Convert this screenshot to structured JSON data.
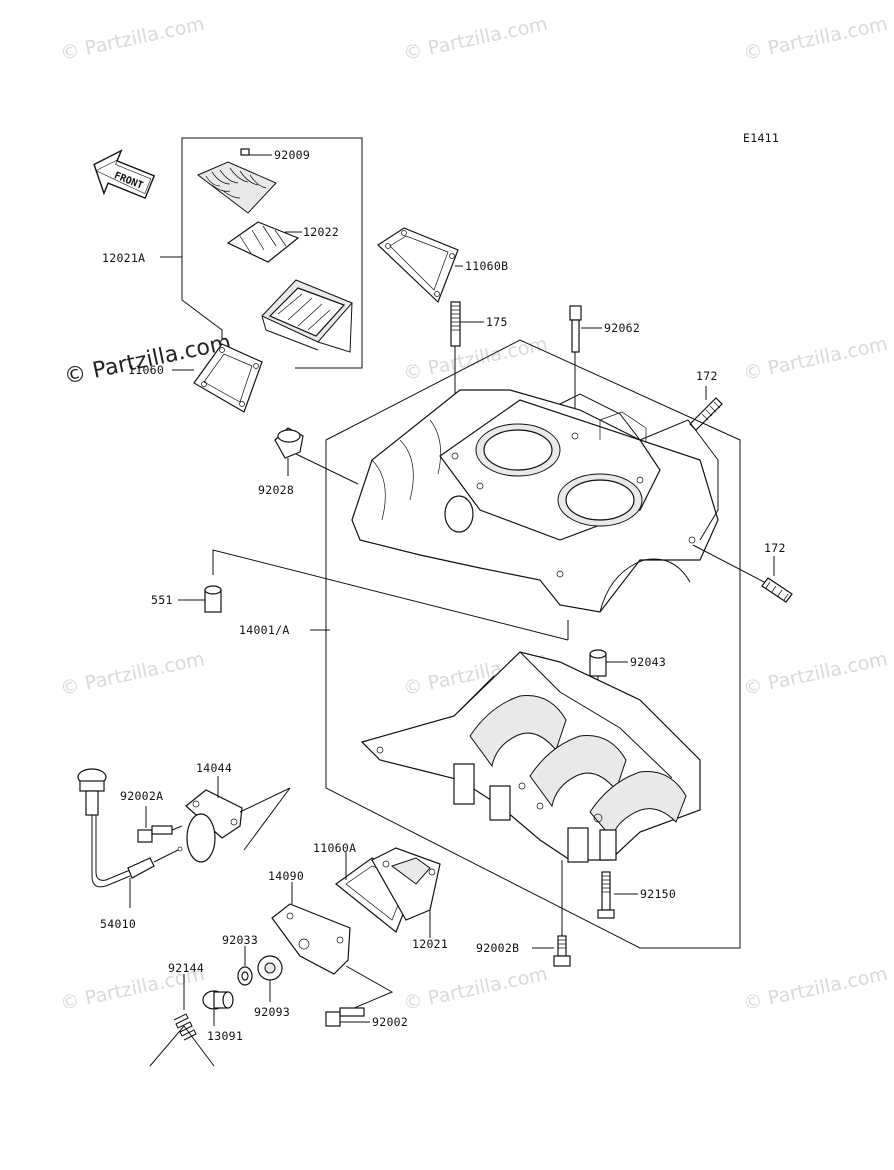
{
  "diagram": {
    "code": "E1411",
    "front_label": "FRONT",
    "watermark_text": "© Partzilla.com",
    "watermark_color": "#d9d9d9",
    "parts": {
      "p92009": "92009",
      "p12022": "12022",
      "p12021A": "12021A",
      "p11060B": "11060B",
      "p175": "175",
      "p92062": "92062",
      "p11060": "11060",
      "p172a": "172",
      "p92028": "92028",
      "p172b": "172",
      "p551": "551",
      "p14001A": "14001/A",
      "p92043": "92043",
      "p14044": "14044",
      "p92002A": "92002A",
      "p11060A": "11060A",
      "p14090": "14090",
      "p92150": "92150",
      "p54010": "54010",
      "p12021": "12021",
      "p92002B": "92002B",
      "p92033": "92033",
      "p92144": "92144",
      "p92093": "92093",
      "p92002": "92002",
      "p13091": "13091"
    }
  }
}
